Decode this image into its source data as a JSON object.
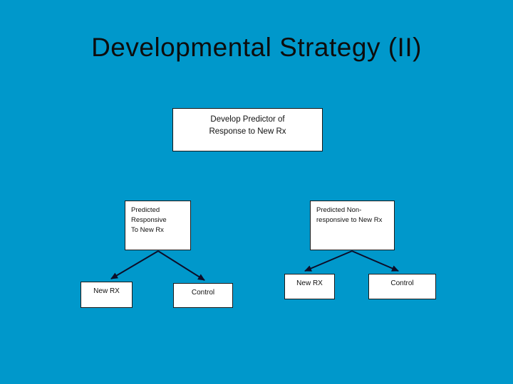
{
  "slide": {
    "title": "Developmental Strategy (II)"
  },
  "diagram": {
    "root": {
      "label": "Develop Predictor of\nResponse to New Rx"
    },
    "branch_responsive": {
      "label": "Predicted\nResponsive\nTo New Rx"
    },
    "branch_nonresponsive": {
      "label": "Predicted Non-\nresponsive to New Rx"
    },
    "leaf_responsive_new_rx": {
      "label": "New RX"
    },
    "leaf_responsive_control": {
      "label": "Control"
    },
    "leaf_nonresponsive_new_rx": {
      "label": "New RX"
    },
    "leaf_nonresponsive_control": {
      "label": "Control"
    }
  },
  "colors": {
    "background": "#0098CB",
    "box_fill": "#FFFFFF",
    "box_border": "#1A1A1A",
    "connector": "#0D0D28",
    "title_text": "#0D0D0D"
  }
}
